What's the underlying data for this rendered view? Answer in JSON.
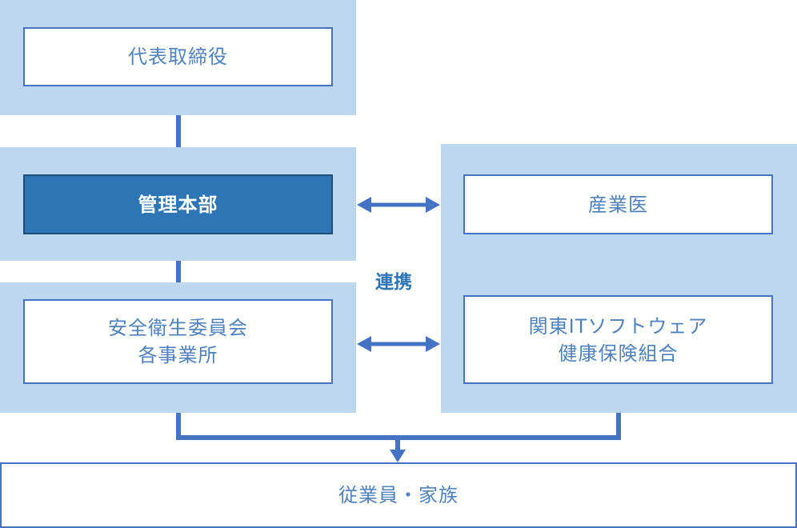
{
  "nodes": {
    "representative": "代表取締役",
    "hq": "管理本部",
    "committee_line1": "安全衛生委員会",
    "committee_line2": "各事業所",
    "doctor": "産業医",
    "union_line1": "関東ITソフトウェア",
    "union_line2": "健康保険組合",
    "employees": "従業員・家族"
  },
  "link_label": "連携",
  "colors": {
    "band": "#bdd7ee",
    "border": "#4472c4",
    "highlight": "#2e75b6",
    "text": "#4f81bd"
  }
}
